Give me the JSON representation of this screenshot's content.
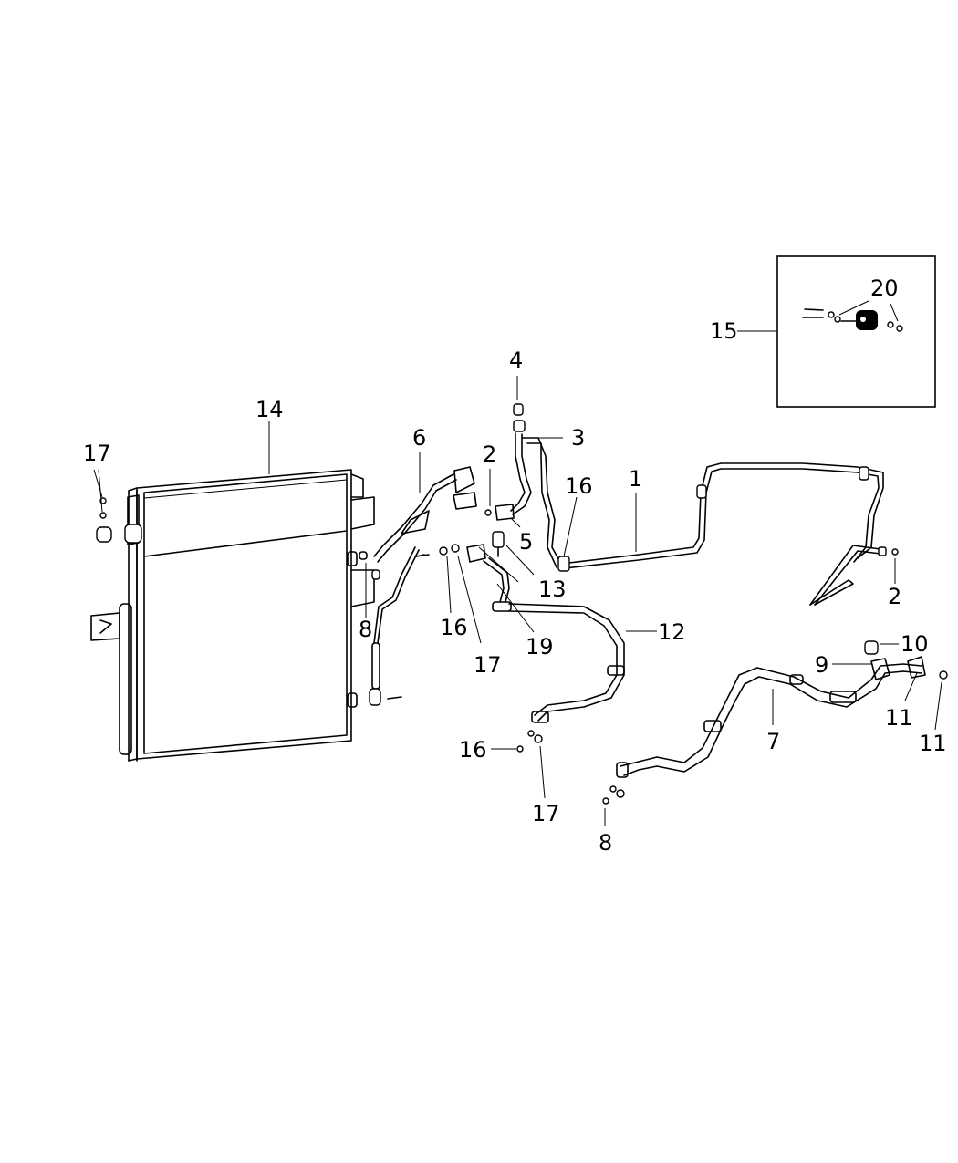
{
  "callouts": {
    "c1": "1",
    "c2a": "2",
    "c2b": "2",
    "c3": "3",
    "c4": "4",
    "c5": "5",
    "c6": "6",
    "c7": "7",
    "c8a": "8",
    "c8b": "8",
    "c9": "9",
    "c10": "10",
    "c11a": "11",
    "c11b": "11",
    "c12": "12",
    "c13": "13",
    "c14": "14",
    "c15": "15",
    "c16a": "16",
    "c16b": "16",
    "c16c": "16",
    "c17a": "17",
    "c17b": "17",
    "c17c": "17",
    "c19": "19",
    "c20": "20"
  },
  "colors": {
    "line": "#000000",
    "background": "#ffffff"
  }
}
